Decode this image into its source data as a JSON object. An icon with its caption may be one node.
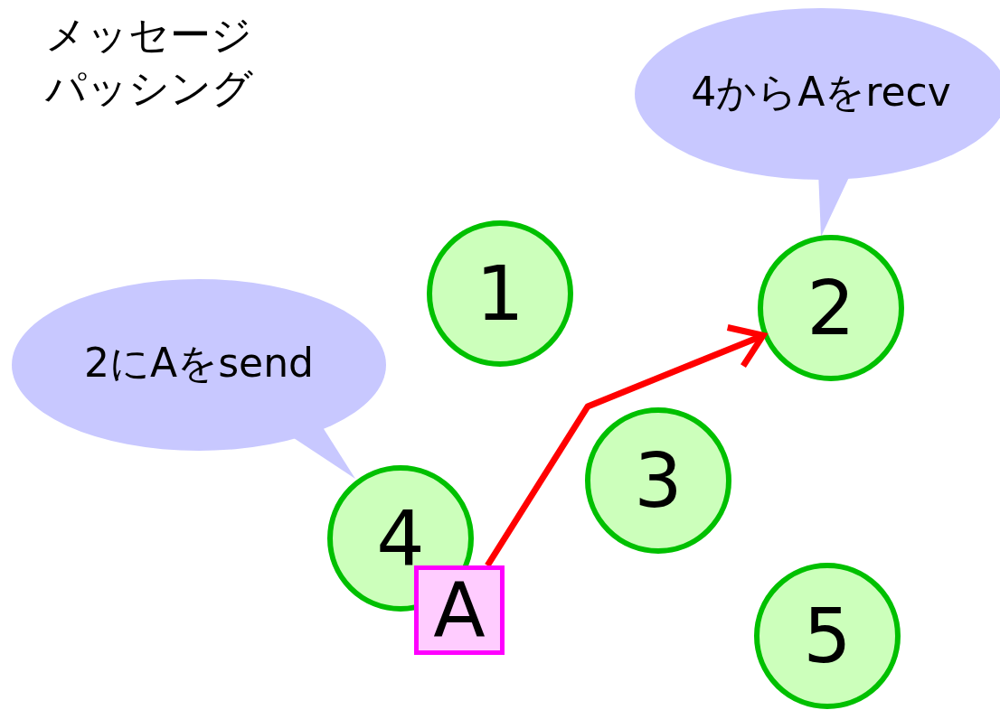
{
  "diagram": {
    "title": "メッセージパッシング",
    "nodes": [
      {
        "text": [
          "4からAをrecv"
        ]
      },
      {
        "text": [
          "1"
        ]
      },
      {
        "text": [
          "2"
        ]
      },
      {
        "text": [
          "2にAをsend"
        ]
      },
      {
        "text": [
          "3"
        ]
      },
      {
        "text": [
          "4"
        ]
      },
      {
        "text": [
          "A"
        ]
      },
      {
        "text": [
          "5"
        ]
      }
    ],
    "edges": [
      {
        "from": 6,
        "to": 2,
        "arrow": "to",
        "color": "#ff0000"
      }
    ]
  }
}
